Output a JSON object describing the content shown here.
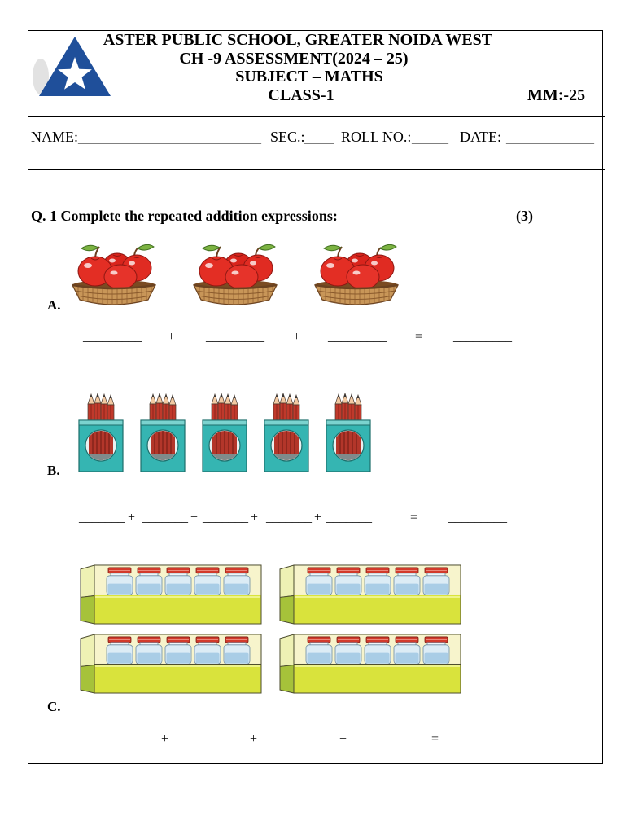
{
  "header": {
    "logo": "school-logo-icon",
    "school": "ASTER PUBLIC SCHOOL, GREATER NOIDA WEST",
    "assessment": "CH -9 ASSESSMENT(2024 – 25)",
    "subject": "SUBJECT – MATHS",
    "class": "CLASS-1",
    "max_marks": "MM:-25"
  },
  "student_info": {
    "name_label": "NAME:",
    "name_blank": "_________________________",
    "section_label": "SEC.:",
    "section_blank": "____",
    "roll_label": "ROLL NO.:",
    "roll_blank": "_____",
    "date_label": "DATE:",
    "date_blank": "____________"
  },
  "question": {
    "text": "Q. 1 Complete the repeated addition expressions:",
    "marks": "(3)"
  },
  "parts": [
    {
      "label": "A.",
      "picture": "apple-basket-icon",
      "count": 3,
      "expression": [
        "_________",
        "+",
        "_________",
        "+",
        "_________",
        "=",
        "_________"
      ]
    },
    {
      "label": "B.",
      "picture": "pencil-box-icon",
      "count": 5,
      "expression": [
        "_______",
        "+",
        "_______",
        "+",
        "_______",
        "+",
        "_______",
        "+",
        "_______",
        "=",
        "_________"
      ]
    },
    {
      "label": "C.",
      "picture": "jar-crate-icon",
      "count": 4,
      "expression": [
        "_____________",
        "+",
        "___________",
        "+",
        "___________",
        "+",
        "___________",
        "=",
        "_________"
      ]
    }
  ],
  "colors": {
    "text": "#000000",
    "logo_blue": "#1f4f9a",
    "apple_red": "#e02b22",
    "pencil_box_teal": "#35b5b2",
    "crate_green": "#d9e33c"
  }
}
